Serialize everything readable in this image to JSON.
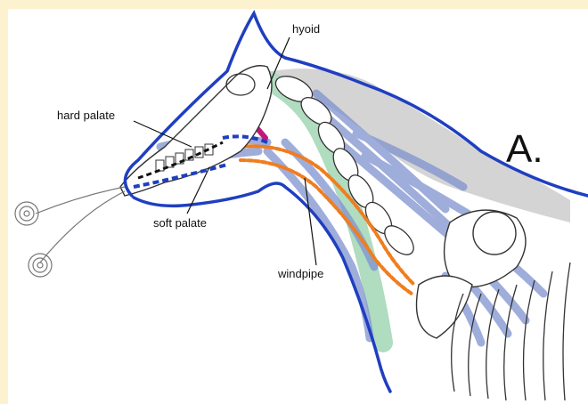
{
  "figure": {
    "panel_letter": "A.",
    "labels": {
      "hyoid": "hyoid",
      "hard_palate": "hard palate",
      "soft_palate": "soft palate",
      "windpipe": "windpipe"
    },
    "colors": {
      "outline": "#1f3fc0",
      "muscle": "#6f86c9",
      "airway": "#f07d1e",
      "esophagus": "#9cd3b0",
      "hyoid": "#c2187a",
      "neck_ligament": "#c8c8c8",
      "background": "#fdf2cf"
    }
  }
}
